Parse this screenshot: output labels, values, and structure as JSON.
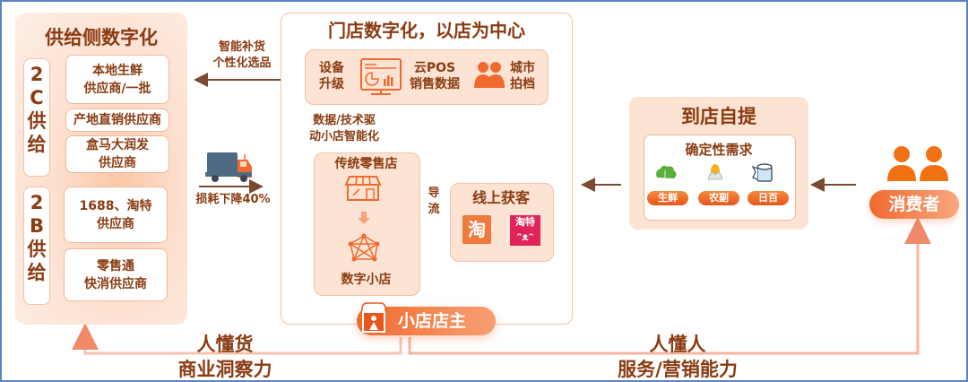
{
  "supply": {
    "title": "供给侧数字化",
    "tag_2c": [
      "2",
      "C",
      "供",
      "给"
    ],
    "tag_2b": [
      "2",
      "B",
      "供",
      "给"
    ],
    "boxes_2c": [
      [
        "本地生鲜",
        "供应商/一批"
      ],
      [
        "产地直销供应商"
      ],
      [
        "盒马大润发",
        "供应商"
      ]
    ],
    "boxes_2b": [
      [
        "1688、淘特",
        "供应商"
      ],
      [
        "零售通",
        "快消供应商"
      ]
    ]
  },
  "arrows": {
    "replenish": [
      "智能补货",
      "个性化选品"
    ],
    "loss": "损耗下降40%",
    "data_drive": [
      "数据/技术驱",
      "动小店智能化"
    ],
    "guide": [
      "导",
      "流"
    ]
  },
  "store": {
    "title": "门店数字化，以店为中心",
    "equip": [
      "设备",
      "升级"
    ],
    "pos": [
      "云POS",
      "销售数据"
    ],
    "city": [
      "城市",
      "拍档"
    ],
    "traditional": "传统零售店",
    "digital": "数字小店",
    "online_title": "线上获客",
    "taobao": "淘",
    "taote": "淘特",
    "owner": "小店店主"
  },
  "pickup": {
    "title": "到店自提",
    "demand": "确定性需求",
    "categories": [
      "生鲜",
      "农副",
      "日百"
    ]
  },
  "consumer": "消费者",
  "bottom": {
    "left": [
      "人懂货",
      "商业洞察力"
    ],
    "right": [
      "人懂人",
      "服务/营销能力"
    ]
  },
  "colors": {
    "brand_orange": "#f0692e",
    "text_brown": "#8a3b12",
    "panel_peach": "#fde3d3",
    "frame_blue": "#5b83c4"
  }
}
